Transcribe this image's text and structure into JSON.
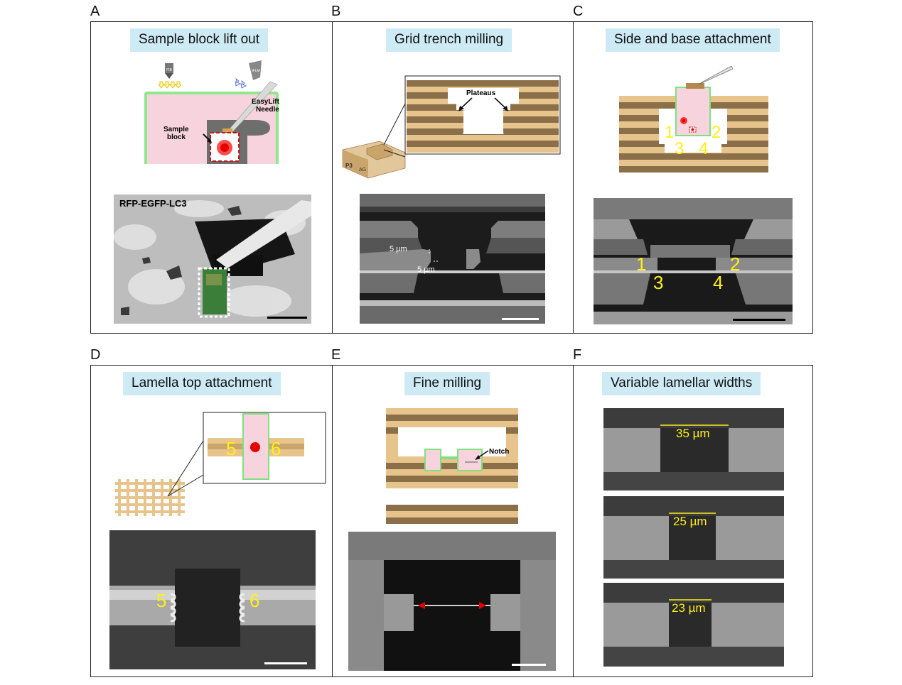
{
  "panels": {
    "A": {
      "letter": "A",
      "title": "Sample block lift out",
      "fib": "FIB",
      "iflm": "iFLM",
      "needle": "EasyLift\nNeedle",
      "needle_l1": "EasyLift",
      "needle_l2": "Needle",
      "sample_l1": "Sample",
      "sample_l2": "block",
      "image_label": "RFP-EGFP-LC3"
    },
    "B": {
      "letter": "B",
      "title": "Grid trench milling",
      "plateaus": "Plateaus",
      "holder_p3": "P3",
      "holder_ag": "AG",
      "dim1": "5 µm",
      "dim2": "5 µm"
    },
    "C": {
      "letter": "C",
      "title": "Side and base attachment",
      "n1": "1",
      "n2": "2",
      "n3": "3",
      "n4": "4"
    },
    "D": {
      "letter": "D",
      "title": "Lamella top attachment",
      "n5": "5",
      "n6": "6"
    },
    "E": {
      "letter": "E",
      "title": "Fine milling",
      "notch": "Notch"
    },
    "F": {
      "letter": "F",
      "title": "Variable lamellar widths",
      "w1": "35 µm",
      "w2": "25 µm",
      "w3": "23 µm"
    }
  },
  "colors": {
    "title_bg": "#cdeaf5",
    "label_yellow": "#ffef1a",
    "grid_tan": "#e7c48c",
    "grid_brown": "#8a6f49",
    "lamella_pink": "#f7d3dd",
    "outline_green": "#7fe07f"
  }
}
